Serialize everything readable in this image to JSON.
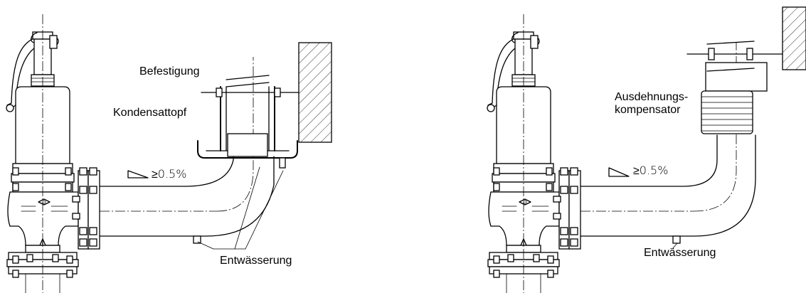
{
  "left": {
    "label_mount": "Befestigung",
    "label_pot": "Kondensattopf",
    "label_slope": "≥0.5%",
    "label_drain": "Entwässerung"
  },
  "right": {
    "label_comp_1": "Ausdehnungs-",
    "label_comp_2": "kompensator",
    "label_slope": "≥0.5%",
    "label_drain": "Entwässerung"
  }
}
